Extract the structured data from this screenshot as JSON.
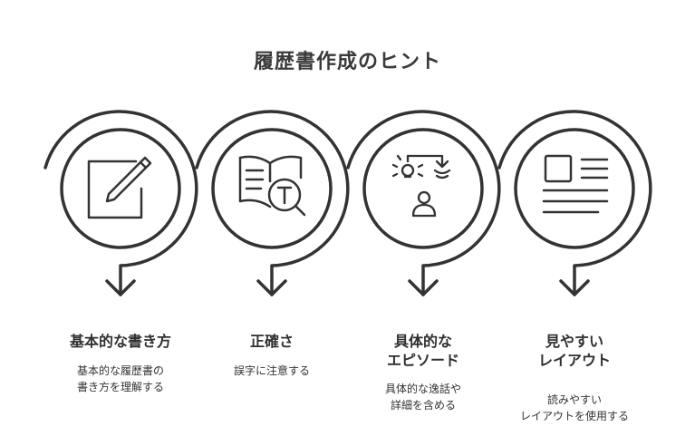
{
  "title": "履歴書作成のヒント",
  "steps": [
    {
      "icon": "pencil-note-icon",
      "heading_lines": [
        "基本的な書き方"
      ],
      "desc_lines": [
        "基本的な履歴書の",
        "書き方を理解する"
      ]
    },
    {
      "icon": "book-search-icon",
      "heading_lines": [
        "正確さ"
      ],
      "desc_lines": [
        "誤字に注意する"
      ]
    },
    {
      "icon": "presenter-icon",
      "heading_lines": [
        "具体的な",
        "エピソード"
      ],
      "desc_lines": [
        "具体的な逸話や",
        "詳細を含める"
      ]
    },
    {
      "icon": "layout-icon",
      "heading_lines": [
        "見やすい",
        "レイアウト"
      ],
      "desc_lines": [
        "読みやすい",
        "レイアウトを使用する"
      ]
    }
  ],
  "colors": {
    "stroke": "#333333",
    "text": "#2f2f2f"
  }
}
